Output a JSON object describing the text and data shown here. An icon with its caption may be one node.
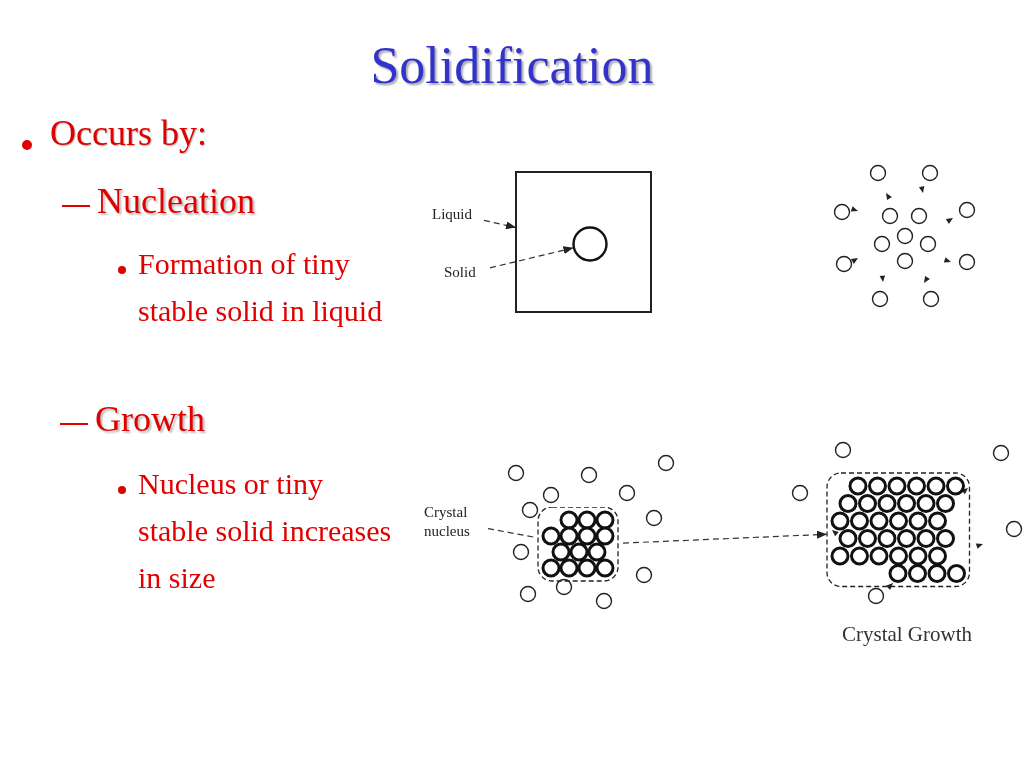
{
  "diagram": {
    "title": "Solidification",
    "nodes": [
      {
        "text": [
          "Liquid"
        ]
      },
      {
        "text": [],
        "shape": "box"
      },
      {
        "text": [],
        "shape": "circle",
        "in": 1
      },
      {
        "text": [
          "Solid"
        ]
      },
      {
        "text": [
          "Crystal nucleus"
        ]
      },
      {
        "text": [],
        "shape": "cluster"
      },
      {
        "text": [],
        "shape": "cluster",
        "beside": [
          "Crystal Growth"
        ]
      }
    ],
    "edges": [
      {
        "from": 0,
        "to": 1,
        "arrow": "to",
        "style": "dashed"
      },
      {
        "from": 3,
        "to": 2,
        "arrow": "to",
        "style": "dashed"
      },
      {
        "from": 4,
        "to": 5,
        "arrow": "none",
        "style": "dashed"
      },
      {
        "from": 5,
        "to": 6,
        "arrow": "to",
        "style": "dashed"
      }
    ],
    "labels": [
      "Occurs by:",
      "Nucleation",
      "Formation of tiny stable solid in liquid",
      "Growth",
      "Nucleus or tiny stable solid increases in size"
    ]
  }
}
